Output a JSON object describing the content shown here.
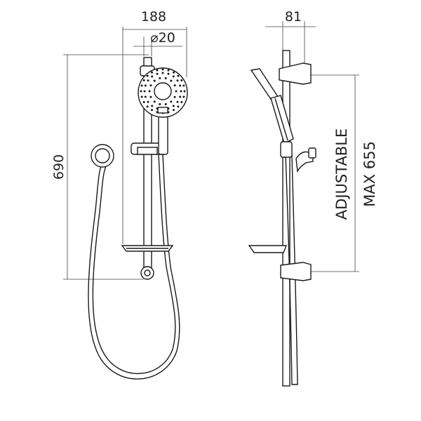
{
  "dimensions": {
    "width_total": "188",
    "rail_diameter": "⌀20",
    "height": "690",
    "depth": "81",
    "adjustable": "ADJUSTABLE",
    "max": "MAX 655"
  },
  "colors": {
    "line": "#1a1a1a",
    "dimension_line": "#444444",
    "background": "#ffffff"
  }
}
